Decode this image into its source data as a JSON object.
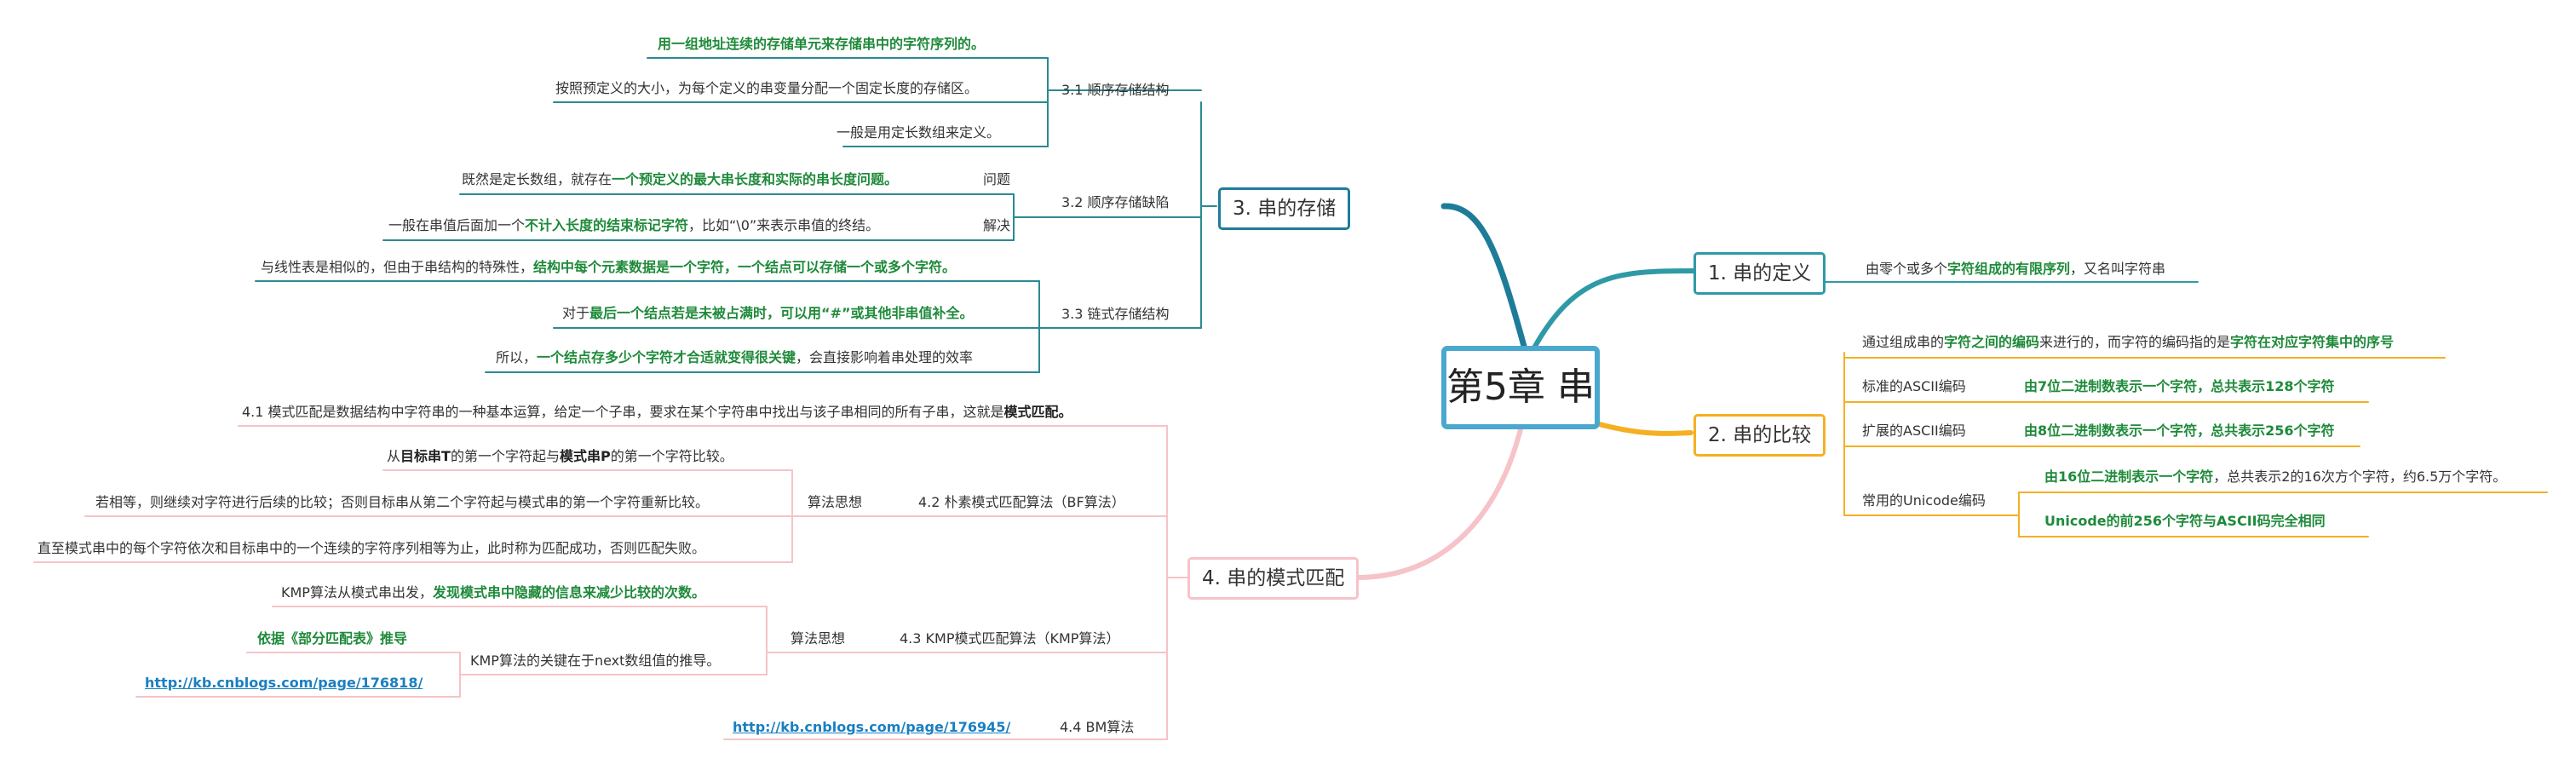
{
  "root": "第5章 串",
  "colors": {
    "teal_dark": "#1e7c99",
    "teal": "#2f9aa6",
    "teal_mid": "#2a8a93",
    "orange": "#f4b022",
    "pink": "#f6c3c8",
    "green_text": "#1e8a3a",
    "link": "#1a7fc1"
  },
  "b1": {
    "title": "1. 串的定义",
    "note_a": "由零个或多个",
    "note_b": "字符组成的有限序列",
    "note_c": "，又名叫字符串"
  },
  "b2": {
    "title": "2. 串的比较",
    "n1_a": "通过组成串的",
    "n1_b": "字符之间的编码",
    "n1_c": "来进行的，而字符的编码指的是",
    "n1_d": "字符在对应字符集中的序号",
    "ascii_label": "标准的ASCII编码",
    "ascii_val": "由7位二进制数表示一个字符，总共表示128个字符",
    "ext_label": "扩展的ASCII编码",
    "ext_val": "由8位二进制数表示一个字符，总共表示256个字符",
    "uni_label": "常用的Unicode编码",
    "uni_v1_a": "由16位二进制表示一个字符",
    "uni_v1_b": "，总共表示2的16次方个字符，约6.5万个字符。",
    "uni_v2": "Unicode的前256个字符与ASCII码完全相同"
  },
  "b3": {
    "title": "3. 串的存储",
    "s31": "3.1 顺序存储结构",
    "s31_n1": "用一组地址连续的存储单元来存储串中的字符序列的。",
    "s31_n2": "按照预定义的大小，为每个定义的串变量分配一个固定长度的存储区。",
    "s31_n3": "一般是用定长数组来定义。",
    "s32": "3.2 顺序存储缺陷",
    "s32_q": "问题",
    "s32_q_a": "既然是定长数组，就存在",
    "s32_q_b": "一个预定义的最大串长度和实际的串长度问题。",
    "s32_s": "解决",
    "s32_s_a": "一般在串值后面加一个",
    "s32_s_b": "不计入长度的结束标记字符",
    "s32_s_c": "，比如“\\0”来表示串值的终结。",
    "s33": "3.3 链式存储结构",
    "s33_n1_a": "与线性表是相似的，但由于串结构的特殊性，",
    "s33_n1_b": "结构中每个元素数据是一个字符，一个结点可以存储一个或多个字符。",
    "s33_n2_a": "对于",
    "s33_n2_b": "最后一个结点若是未被占满时，可以用“#”或其他非串值补全。",
    "s33_n3_a": "所以，",
    "s33_n3_b": "一个结点存多少个字符才合适就变得很关键",
    "s33_n3_c": "，会直接影响着串处理的效率"
  },
  "b4": {
    "title": "4. 串的模式匹配",
    "s41_a": "4.1 模式匹配是数据结构中字符串的一种基本运算，给定一个子串，要求在某个字符串中找出与该子串相同的所有子串，这就是",
    "s41_b": "模式匹配。",
    "s42": "4.2 朴素模式匹配算法（BF算法）",
    "s42_idea": "算法思想",
    "s42_n1_a": "从",
    "s42_n1_b": "目标串T",
    "s42_n1_c": "的第一个字符起与",
    "s42_n1_d": "模式串P",
    "s42_n1_e": "的第一个字符比较。",
    "s42_n2": "若相等，则继续对字符进行后续的比较；否则目标串从第二个字符起与模式串的第一个字符重新比较。",
    "s42_n3": "直至模式串中的每个字符依次和目标串中的一个连续的字符序列相等为止，此时称为匹配成功，否则匹配失败。",
    "s43": "4.3 KMP模式匹配算法（KMP算法）",
    "s43_idea": "算法思想",
    "s43_n1_a": "KMP算法从模式串出发，",
    "s43_n1_b": "发现模式串中隐藏的信息来减少比较的次数。",
    "s43_n2": "KMP算法的关键在于next数组值的推导。",
    "s43_n2_c1": "依据《部分匹配表》推导",
    "s43_n2_c2": "http://kb.cnblogs.com/page/176818/",
    "s44": "4.4 BM算法",
    "s44_link": "http://kb.cnblogs.com/page/176945/"
  }
}
